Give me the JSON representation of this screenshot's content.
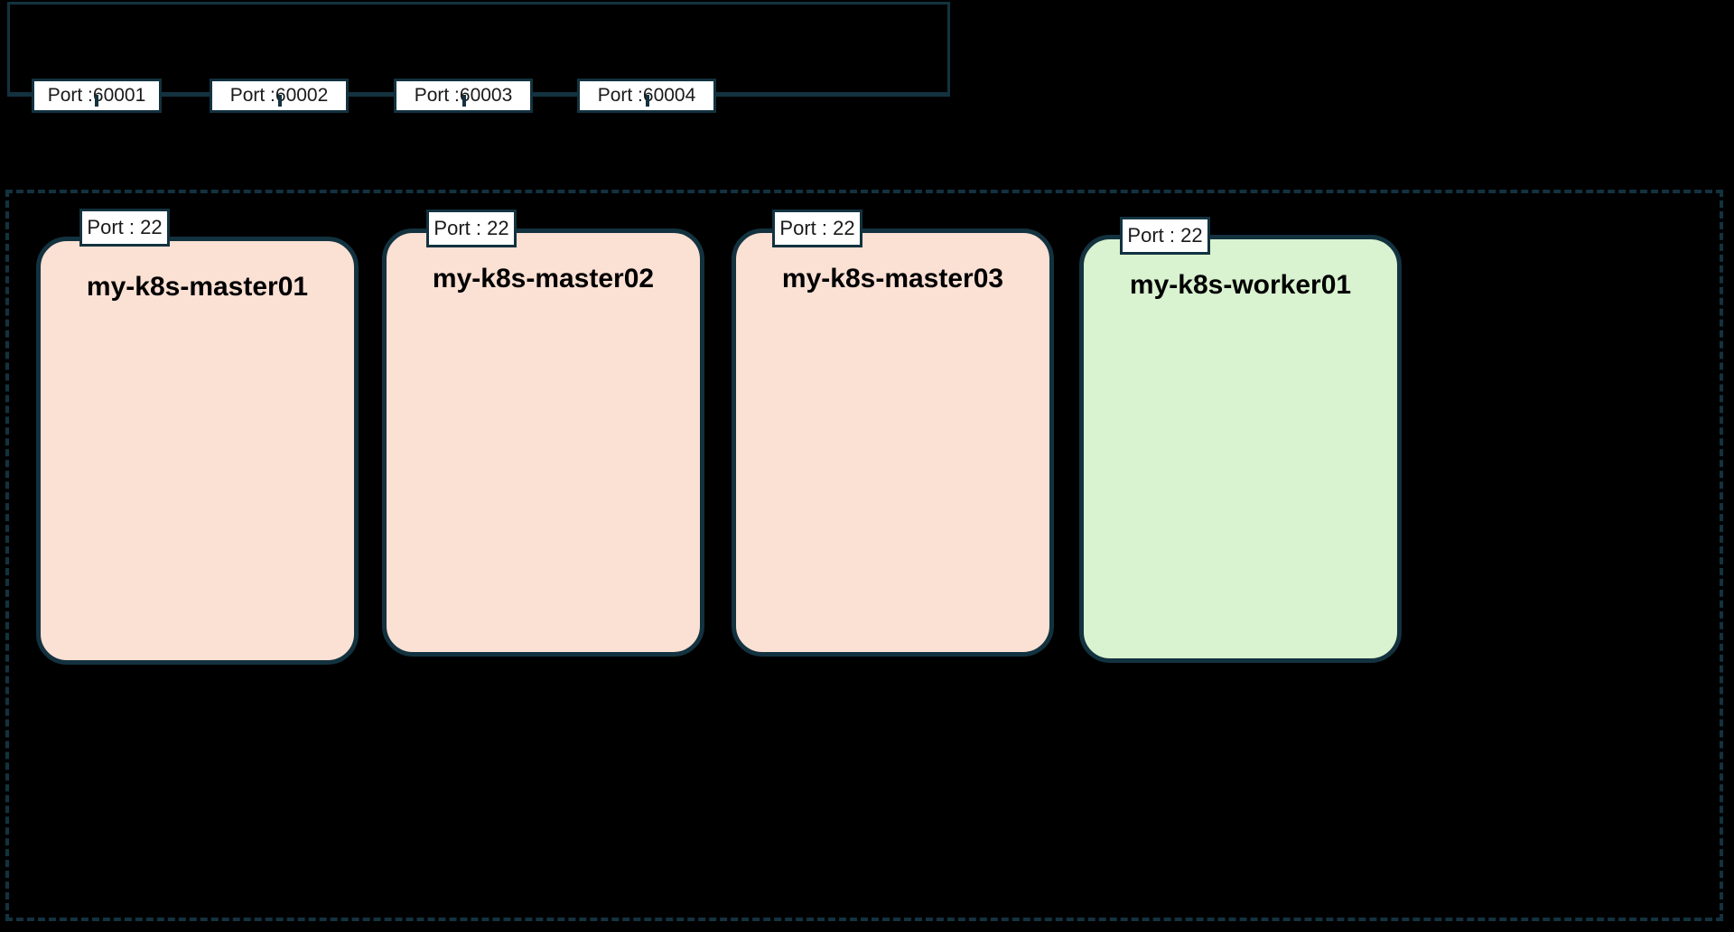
{
  "diagram": {
    "type": "kubernetes-cluster-topology",
    "colors": {
      "stroke": "#13323f",
      "master_fill": "#fbe0d4",
      "worker_fill": "#d9f2cf",
      "chip_fill": "#ffffff",
      "background": "#000000"
    },
    "load_balancer": {
      "name": "load-balancer-container",
      "forwarded_ports": [
        {
          "label": "Port :60001"
        },
        {
          "label": "Port :60002"
        },
        {
          "label": "Port :60003"
        },
        {
          "label": "Port :60004"
        }
      ]
    },
    "cluster": {
      "name": "cluster-boundary",
      "border_style": "dashed",
      "nodes": [
        {
          "title": "my-k8s-master01",
          "role": "master",
          "port_label": "Port : 22"
        },
        {
          "title": "my-k8s-master02",
          "role": "master",
          "port_label": "Port : 22"
        },
        {
          "title": "my-k8s-master03",
          "role": "master",
          "port_label": "Port : 22"
        },
        {
          "title": "my-k8s-worker01",
          "role": "worker",
          "port_label": "Port : 22"
        }
      ]
    }
  }
}
